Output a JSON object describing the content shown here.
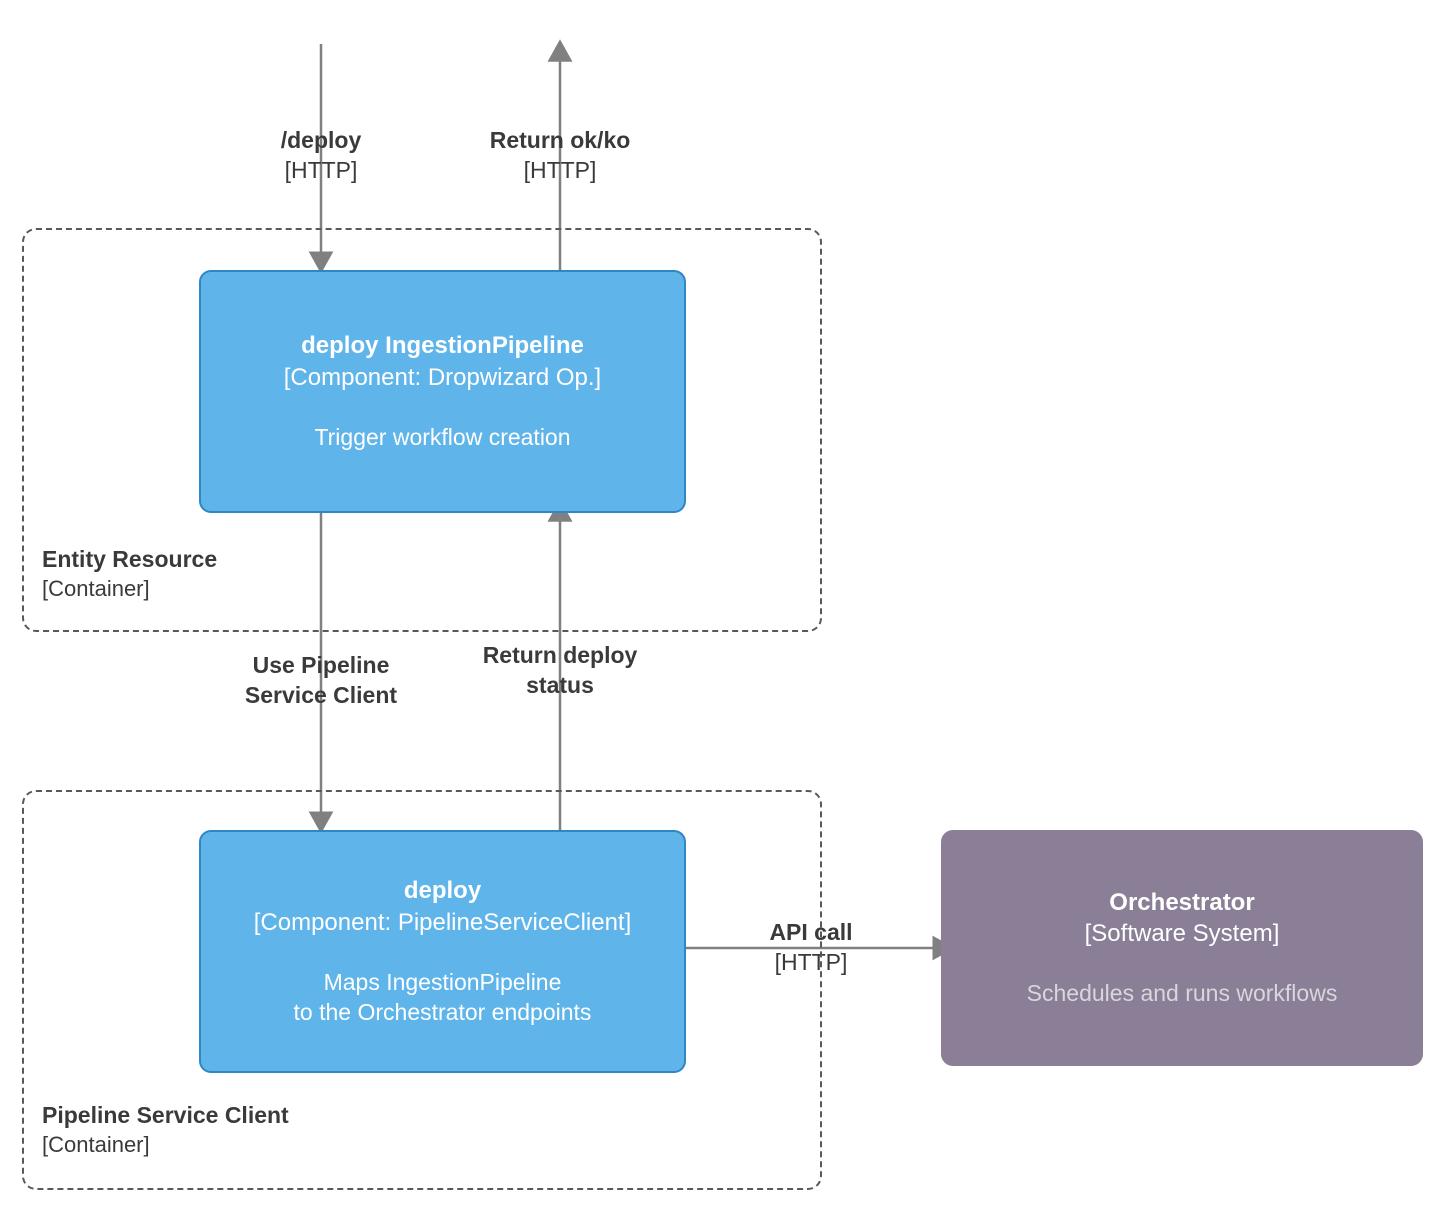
{
  "diagram": {
    "type": "c4-component-diagram",
    "colors": {
      "component_fill": "#5FB4EA",
      "component_border": "#2E87C6",
      "system_fill": "#8A7F97",
      "boundary_border": "#595959",
      "arrow": "#808080",
      "text": "#3a3a3a"
    }
  },
  "boundaries": [
    {
      "id": "entity-resource",
      "title": "Entity Resource",
      "type": "[Container]"
    },
    {
      "id": "pipeline-service-client",
      "title": "Pipeline Service Client",
      "type": "[Container]"
    }
  ],
  "nodes": [
    {
      "id": "deploy-ingestion-pipeline",
      "title": "deploy IngestionPipeline",
      "type": "[Component: Dropwizard Op.]",
      "description": "Trigger workflow creation"
    },
    {
      "id": "deploy-pipeline-service-client",
      "title": "deploy",
      "type": "[Component: PipelineServiceClient]",
      "description": "Maps IngestionPipeline\nto the Orchestrator endpoints"
    },
    {
      "id": "orchestrator",
      "title": "Orchestrator",
      "type": "[Software System]",
      "description": "Schedules and runs workflows"
    }
  ],
  "edges": [
    {
      "id": "deploy-request",
      "title": "/deploy",
      "tech": "[HTTP]"
    },
    {
      "id": "return-ok-ko",
      "title": "Return ok/ko",
      "tech": "[HTTP]"
    },
    {
      "id": "use-pipeline-service-client",
      "title": "Use Pipeline\nService Client",
      "tech": ""
    },
    {
      "id": "return-deploy-status",
      "title": "Return deploy\nstatus",
      "tech": ""
    },
    {
      "id": "api-call",
      "title": "API call",
      "tech": "[HTTP]"
    }
  ]
}
